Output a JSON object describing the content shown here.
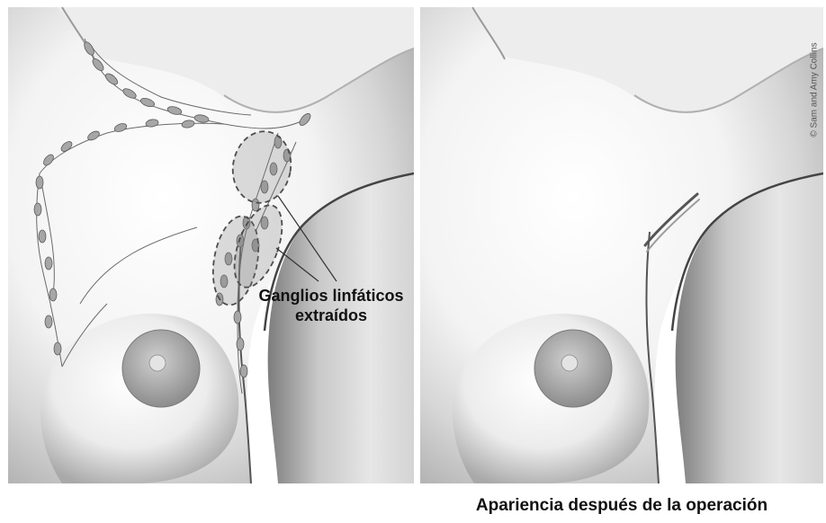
{
  "labels": {
    "removed_nodes_line1": "Ganglios linfáticos",
    "removed_nodes_line2": "extraídos",
    "after_surgery": "Apariencia después de la operación",
    "credit": "© Sam and Amy Collins"
  },
  "colors": {
    "skin_shadow": "#8c8c8c",
    "skin_mid": "#cfcfcf",
    "skin_light": "#f2f2f2",
    "node_fill": "#a6a6a6",
    "node_stroke": "#5a5a5a",
    "dashed_circle": "#4d4d4d"
  },
  "icons": {
    "lymph_node": "ellipse-node",
    "removed_region": "dashed-ellipse"
  }
}
